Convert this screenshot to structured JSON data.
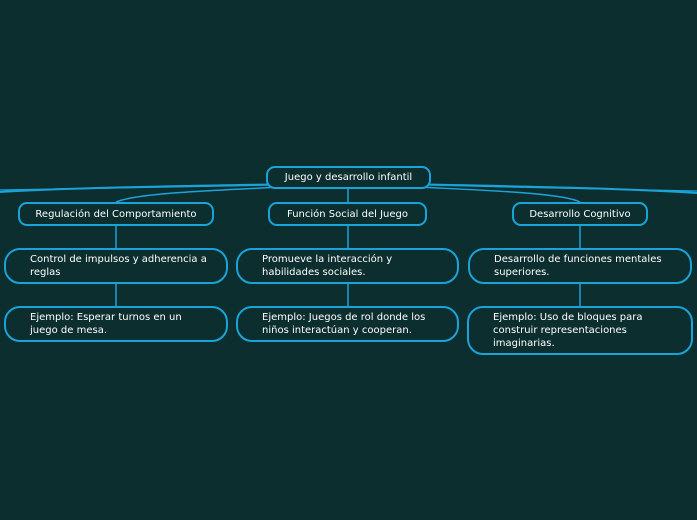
{
  "diagram": {
    "root": {
      "label": "Juego y desarrollo infantil"
    },
    "branches": [
      {
        "label": "Regulación del Comportamiento",
        "children": [
          {
            "label": "Control de impulsos y adherencia a reglas"
          },
          {
            "label": "Ejemplo: Esperar turnos en un juego de mesa."
          }
        ]
      },
      {
        "label": "Función Social del Juego",
        "children": [
          {
            "label": "Promueve la interacción y habilidades sociales."
          },
          {
            "label": "Ejemplo: Juegos de rol donde los niños interactúan y cooperan."
          }
        ]
      },
      {
        "label": "Desarrollo Cognitivo",
        "children": [
          {
            "label": "Desarrollo de funciones mentales superiores."
          },
          {
            "label": "Ejemplo: Uso de bloques para construir representaciones imaginarias."
          }
        ]
      }
    ]
  },
  "colors": {
    "background": "#0d2e2e",
    "accent": "#1aa3d9",
    "text": "#ffffff"
  }
}
